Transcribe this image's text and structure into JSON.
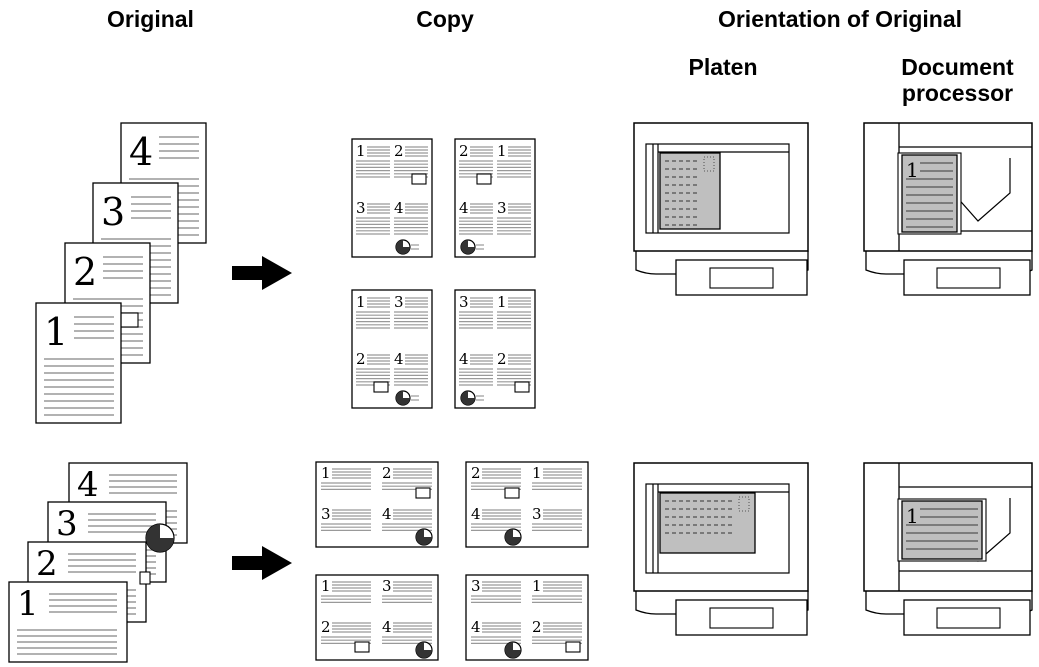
{
  "headers": {
    "original": "Original",
    "copy": "Copy",
    "orientation": "Orientation of Original",
    "platen": "Platen",
    "document_processor_line1": "Document",
    "document_processor_line2": "processor"
  },
  "page_numbers": [
    "1",
    "2",
    "3",
    "4"
  ],
  "layouts": {
    "portrait_sheets": [
      [
        "1",
        "2",
        "3",
        "4"
      ],
      [
        "2",
        "1",
        "4",
        "3"
      ],
      [
        "1",
        "3",
        "2",
        "4"
      ],
      [
        "3",
        "1",
        "4",
        "2"
      ]
    ],
    "landscape_sheets": [
      [
        "1",
        "2",
        "3",
        "4"
      ],
      [
        "2",
        "1",
        "4",
        "3"
      ],
      [
        "1",
        "3",
        "2",
        "4"
      ],
      [
        "3",
        "1",
        "4",
        "2"
      ]
    ]
  },
  "scanner_page_label": "1",
  "colors": {
    "line": "#000000",
    "gray": "#999999",
    "page_fill": "#ffffff",
    "shaded": "#bfbfbf"
  }
}
